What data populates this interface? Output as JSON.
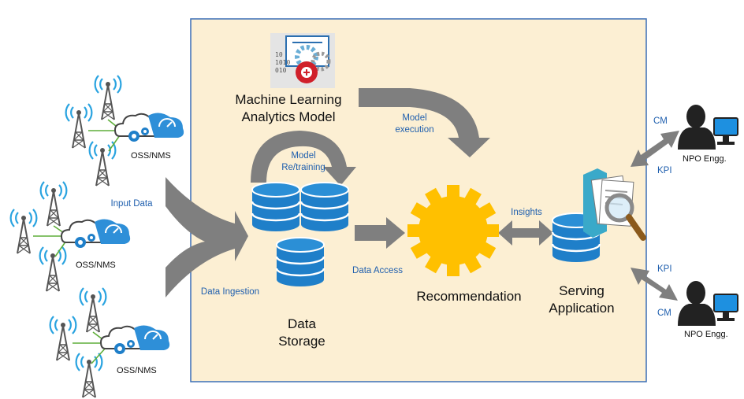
{
  "labels": {
    "ml_model": [
      "Machine Learning",
      "Analytics Model"
    ],
    "model_execution": [
      "Model",
      "execution"
    ],
    "model_retraining": [
      "Model",
      "Re/training"
    ],
    "input_data": "Input Data",
    "data_ingestion": "Data Ingestion",
    "data_storage": [
      "Data",
      "Storage"
    ],
    "data_access": "Data Access",
    "recommendation": "Recommendation",
    "insights": "Insights",
    "serving_application": [
      "Serving",
      "Application"
    ],
    "oss_nms": [
      "OSS/NMS",
      "OSS/NMS",
      "OSS/NMS"
    ],
    "npo_top": "NPO Engg.",
    "npo_bottom": "NPO Engg.",
    "cm_top": "CM",
    "kpi_top": "KPI",
    "kpi_bottom": "KPI",
    "cm_bottom": "CM"
  },
  "colors": {
    "panel_fill": "#fcefd3",
    "panel_border": "#3b6fb6",
    "arrow": "#7f7f7f",
    "database": "#1f7fc9",
    "gear": "#ffc000",
    "label_blue": "#1f5fae",
    "cloud": "#2e8fd8",
    "tower": "#555555",
    "signal": "#29a3e0",
    "link": "#5fae3a",
    "person": "#222222",
    "monitor": "#1e90e0"
  },
  "icons": [
    "cell-tower-icon",
    "cloud-gear-icon",
    "database-icon",
    "gear-icon",
    "ml-model-icon",
    "document-magnifier-icon",
    "engineer-computer-icon"
  ]
}
